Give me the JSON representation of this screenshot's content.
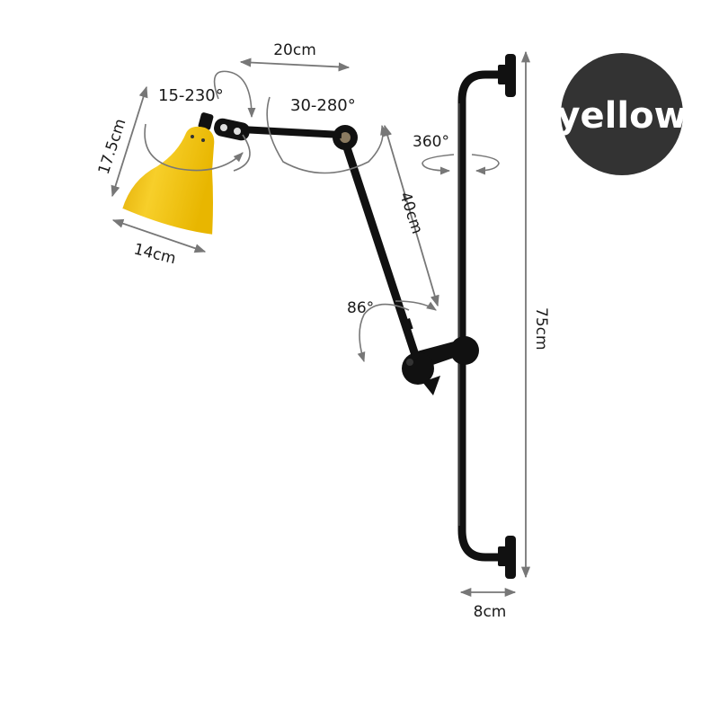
{
  "product": {
    "type": "swing-arm wall lamp dimension diagram",
    "shade_color_hex": "#f2c21a",
    "metal_color_hex": "#111111"
  },
  "badge": {
    "label": "yellow",
    "bg_color": "#333333",
    "text_color": "#ffffff"
  },
  "dimensions": {
    "upper_arm_length": "20cm",
    "shade_height": "17.5cm",
    "shade_diameter": "14cm",
    "lower_arm_length": "40cm",
    "total_height": "75cm",
    "wall_depth": "8cm"
  },
  "angles": {
    "shade_joint": "15-230°",
    "elbow_joint": "30-280°",
    "vertical_rotation": "360°",
    "base_joint": "86°"
  }
}
